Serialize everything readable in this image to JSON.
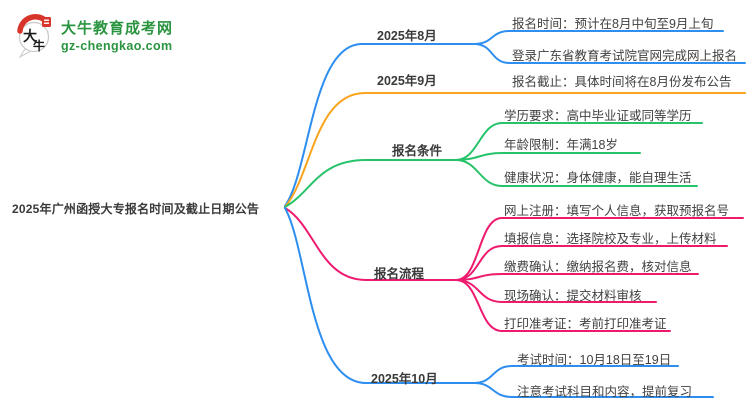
{
  "brand": {
    "site_name": "大牛教育成考网",
    "site_url": "gz-chengkao.com",
    "mark_char_top": "大",
    "mark_char_bottom": "牛",
    "green": "#2a9440",
    "red": "#d8352a"
  },
  "mindmap": {
    "root_label": "2025年广州函授大专报名时间及截止日期公告",
    "palette": {
      "blue": "#2e8ef0",
      "orange": "#f8a41d",
      "green": "#27c36a",
      "pink": "#ee1a6e"
    },
    "branches": [
      {
        "label": "2025年8月",
        "color": "#2e8ef0",
        "children": [
          "报名时间：预计在8月中旬至9月上旬",
          "登录广东省教育考试院官网完成网上报名"
        ]
      },
      {
        "label": "2025年9月",
        "color": "#f8a41d",
        "children": [
          "报名截止：具体时间将在8月份发布公告"
        ]
      },
      {
        "label": "报名条件",
        "color": "#27c36a",
        "children": [
          "学历要求：高中毕业证或同等学历",
          "年龄限制：年满18岁",
          "健康状况：身体健康，能自理生活"
        ]
      },
      {
        "label": "报名流程",
        "color": "#ee1a6e",
        "children": [
          "网上注册：填写个人信息，获取预报名号",
          "填报信息：选择院校及专业，上传材料",
          "缴费确认：缴纳报名费，核对信息",
          "现场确认：提交材料审核",
          "打印准考证：考前打印准考证"
        ]
      },
      {
        "label": "2025年10月",
        "color": "#2e8ef0",
        "children": [
          "考试时间：10月18日至19日",
          "注意考试科目和内容，提前复习"
        ]
      }
    ]
  }
}
